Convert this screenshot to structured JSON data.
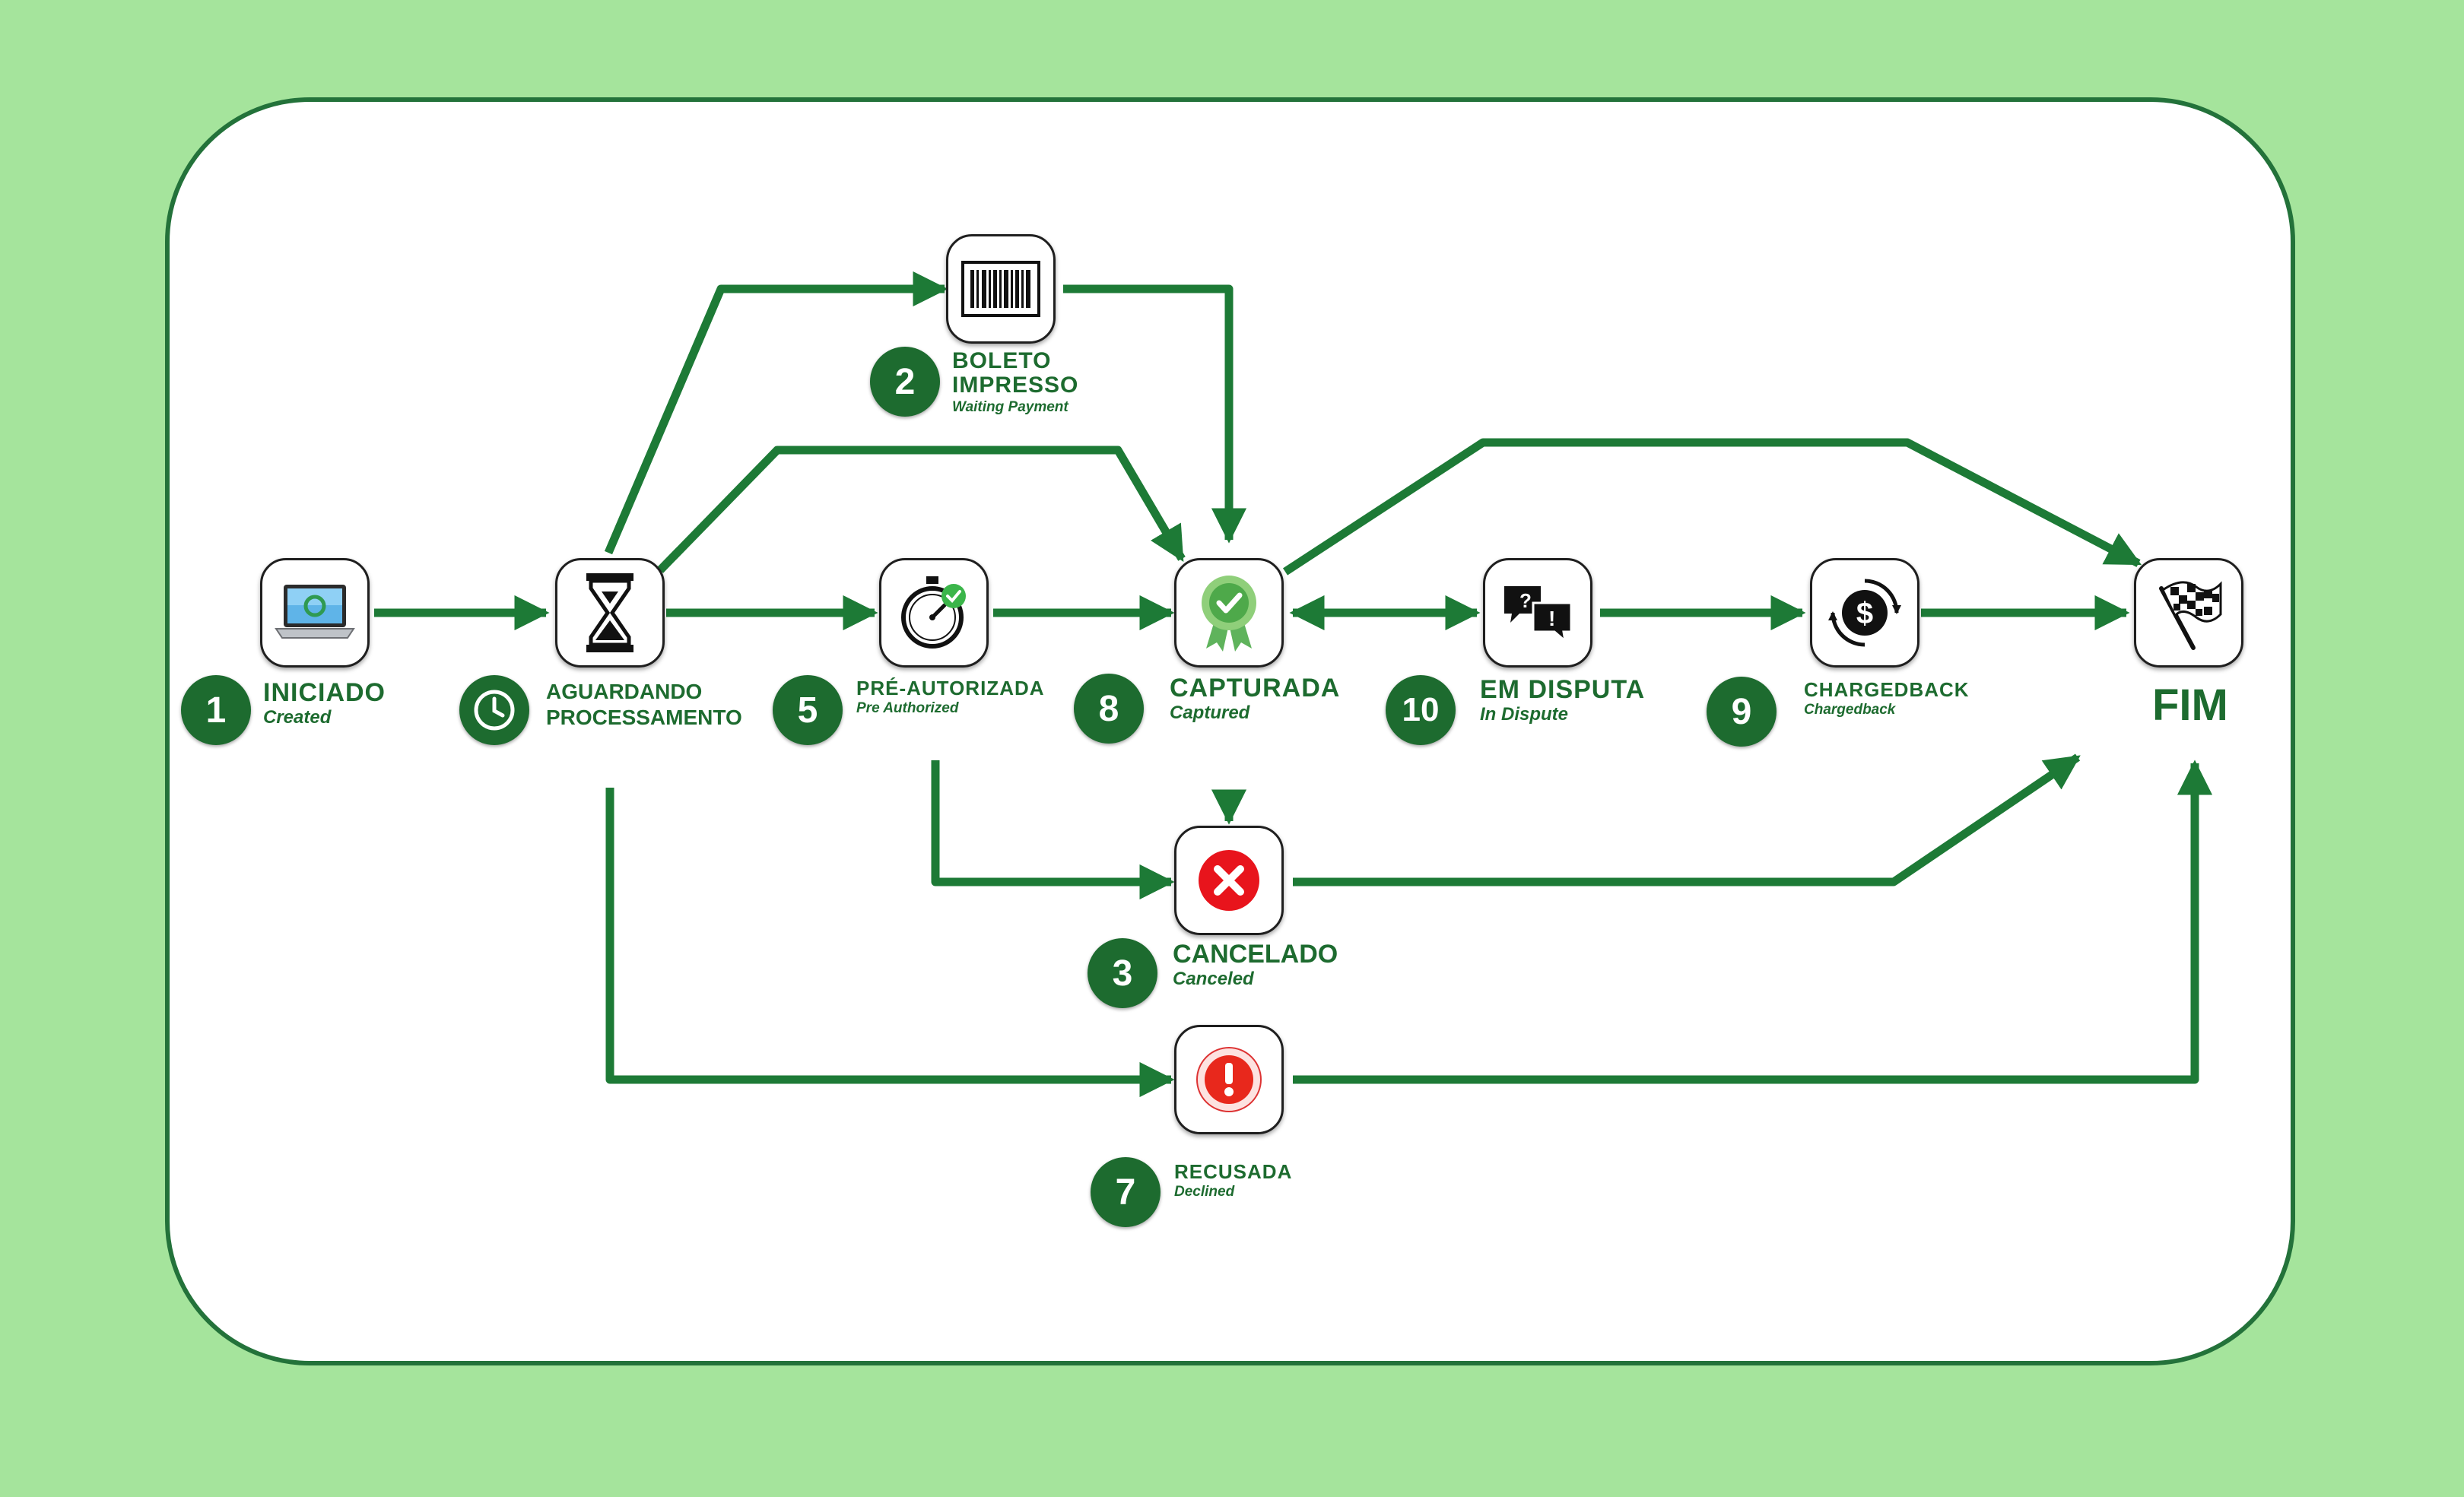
{
  "states": {
    "iniciado": {
      "number": "1",
      "pt": "INICIADO",
      "en": "Created",
      "icon": "laptop-icon"
    },
    "aguardando": {
      "number": "",
      "pt_line1": "AGUARDANDO",
      "pt_line2": "PROCESSAMENTO",
      "en": "",
      "icon": "hourglass-icon",
      "badge_icon": "clock-icon"
    },
    "boleto": {
      "number": "2",
      "pt_line1": "BOLETO",
      "pt_line2": "IMPRESSO",
      "en": "Waiting Payment",
      "icon": "barcode-icon"
    },
    "pre_autorizada": {
      "number": "5",
      "pt": "PRÉ-AUTORIZADA",
      "en": "Pre Authorized",
      "icon": "stopwatch-icon"
    },
    "capturada": {
      "number": "8",
      "pt": "CAPTURADA",
      "en": "Captured",
      "icon": "award-badge-icon"
    },
    "em_disputa": {
      "number": "10",
      "pt": "EM DISPUTA",
      "en": "In Dispute",
      "icon": "speech-bubbles-icon"
    },
    "chargedback": {
      "number": "9",
      "pt": "CHARGEDBACK",
      "en": "Chargedback",
      "icon": "dollar-cycle-icon"
    },
    "cancelado": {
      "number": "3",
      "pt": "CANCELADO",
      "en": "Canceled",
      "icon": "red-x-icon"
    },
    "recusada": {
      "number": "7",
      "pt": "RECUSADA",
      "en": "Declined",
      "icon": "warning-icon"
    },
    "fim": {
      "label": "FIM",
      "icon": "checkered-flag-icon"
    }
  },
  "colors": {
    "background": "#a5e49c",
    "panel_border": "#23723a",
    "arrow": "#1d7a36",
    "badge": "#1d6b2f",
    "cancel_red": "#e8141c"
  }
}
